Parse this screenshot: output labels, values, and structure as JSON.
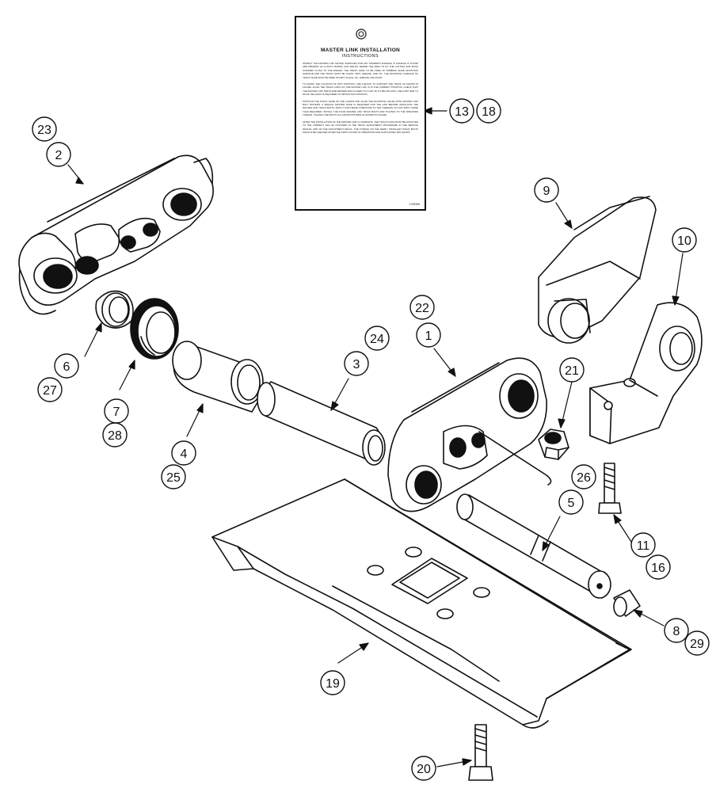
{
  "decal": {
    "title": "MASTER LINK INSTALLATION",
    "subtitle": "INSTRUCTIONS",
    "paragraphs": [
      "INSPECT THE MASTER LINK MATING SURFACES FOR ANY APPARENT DAMAGE. IF DAMAGE IS FOUND ARE PRESENT AS A NICKS, BURRS, AND WELDS, REPAIR THE AREA TO FIT THE CUTTING AND MASS STAMPED FLUSH TO THE RIDGES. THE TEETH HAVE TO BE FREE OF RUBBING SHOE MOUNTING SURFACE AND THE TRACK MUST BE CLEAN. DIRT, GREASE, AND OIL. THE MOUNTING SURFACE OF TRACK SHOE MUST BE FREE OF DIRT, SCALE, OIL, GREASE, AND PAINT.",
      "TO ASSIST THE LOCATION OF INTO POSITION, USE A BLOCK TO SUPPORT THE TRACK AS SHOWN IN FIGURE. ALIGN THE TRACK LINKS SO THE MASTER LINK IS IN THE CORRECT POSITION. CHECK THAT THE MASTER LINK TEETH ARE MESHED AND CLOSED TO A GAP OF 0.5 MM OR LESS. USE A PRY BAR TO MOVE THE LINKS IF REQUIRED TO OBTAIN THIS POSITION.",
      "POSITION THE TRACK SHOE ON THE CHAINS AND ALIGN THE MOUNTING HOLES WITH MASTER LINK BOLT PATTERN. A SPECIAL MASTER SHOE IS REQUIRED FOR THE LINK BEFORE INSTALLING THE MASTER LINK TRACK BOLTS, APPLY A ANTI-SEIZE COMPOUND TO THE THREADS. DO NOT APPLY MORE THAN REQUIRED. INSTALL THE FOUR MASTER LINK TRACK BOLTS AND TIGHTEN TO THE SPECIFIED TORQUE. TIGHTEN THE BOLTS IN A CROSS PATTERN AS SHOWN IN FIGURE.",
      "AFTER THE INSTALLATION OF THE MASTER LINK IS COMPLETE, THE TRACK CHAIN MUST BE ADJUSTED TO THE CORRECT SAG AS OUTLINED IN THE TRACK ADJUSTMENT PROCEDURE IN THE SERVICE MANUAL AND ON THE ADJUSTMENT DECAL. THE TORQUE ON THE NEWLY INSTALLED TRACK BOLTS SHOULD BE CHECKED AFTER THE FIRST HOURS OF OPERATION AND AGAIN AFTER TEN HOURS."
    ],
    "part_code": "1795396"
  },
  "callouts": {
    "c23": "23",
    "c2": "2",
    "c13": "13",
    "c18": "18",
    "c9": "9",
    "c10": "10",
    "c22": "22",
    "c1": "1",
    "c24": "24",
    "c3": "3",
    "c21": "21",
    "c6": "6",
    "c27": "27",
    "c7": "7",
    "c28": "28",
    "c4": "4",
    "c25": "25",
    "c26": "26",
    "c5": "5",
    "c11": "11",
    "c16": "16",
    "c8": "8",
    "c29": "29",
    "c19": "19",
    "c20": "20"
  }
}
